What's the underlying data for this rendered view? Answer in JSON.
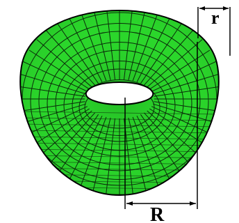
{
  "diagram": {
    "shape": "torus",
    "surface_color": "#2bd62b",
    "mesh_color": "#0a2a0a",
    "outline_color": "#000000",
    "background_color": "#ffffff",
    "labels": {
      "minor_radius": "r",
      "major_radius": "R"
    }
  }
}
